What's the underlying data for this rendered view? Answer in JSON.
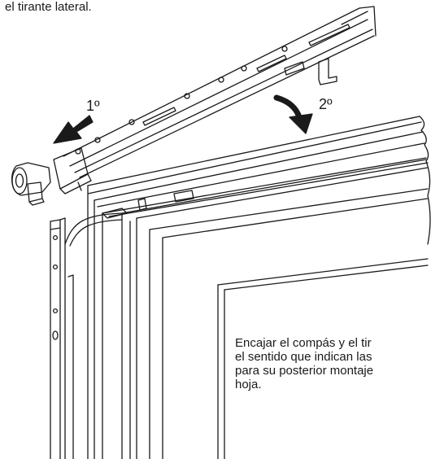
{
  "top_caption": "el tirante lateral.",
  "steps": {
    "step1_label": "1º",
    "step2_label": "2º"
  },
  "instruction": {
    "line1": "Encajar el compás y el tir",
    "line2": "el sentido que indican las",
    "line3": "para su posterior montaje",
    "line4": "hoja."
  },
  "colors": {
    "line": "#1a1a1a",
    "background": "#ffffff"
  }
}
